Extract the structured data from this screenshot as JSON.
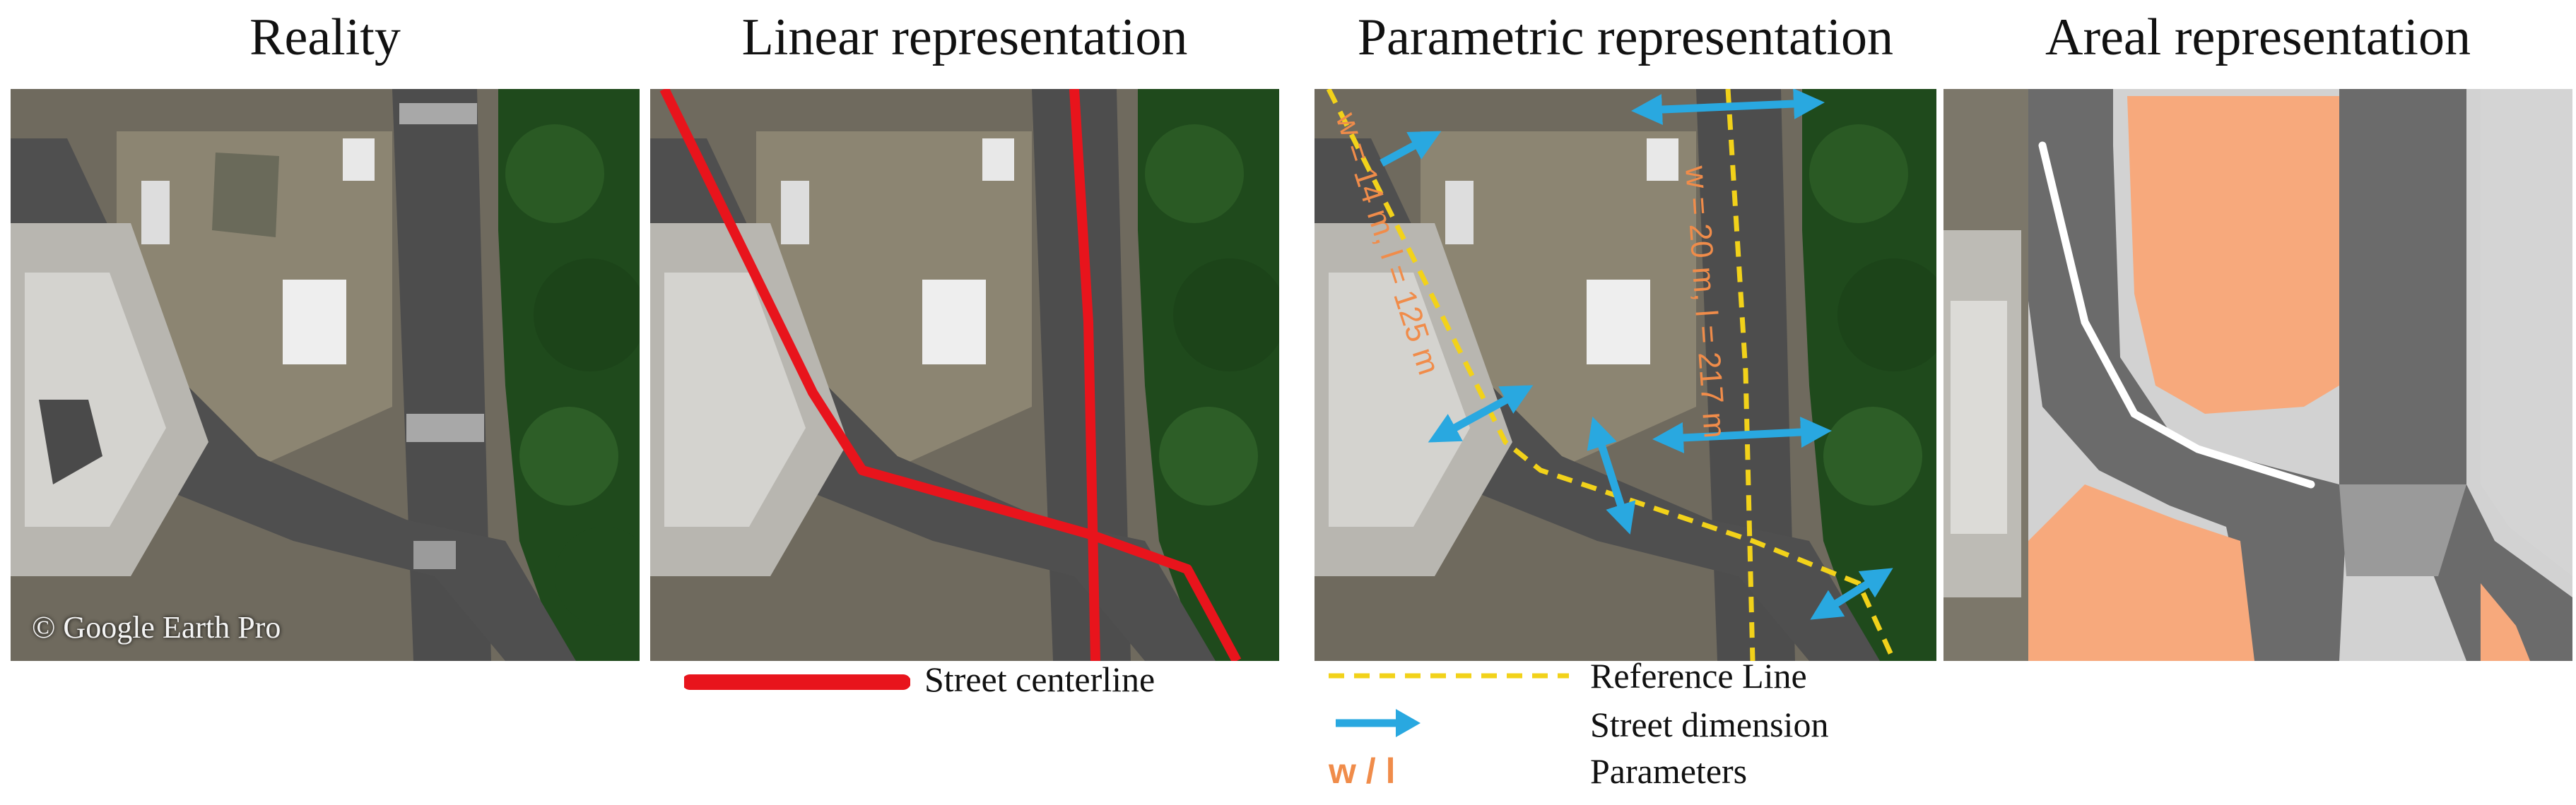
{
  "panels": [
    {
      "title": "Reality"
    },
    {
      "title": "Linear representation"
    },
    {
      "title": "Parametric representation"
    },
    {
      "title": "Areal representation"
    }
  ],
  "watermark": "© Google Earth Pro",
  "annotations": {
    "param_left": "w = 14 m, l = 125 m",
    "param_right": "w = 20 m, l = 217 m"
  },
  "legend": {
    "centerline": "Street centerline",
    "reference_line": "Reference Line",
    "street_dimension": "Street dimension",
    "parameters_symbol": "w / l",
    "parameters": "Parameters"
  },
  "colors": {
    "centerline": "#e8141c",
    "reference_line": "#f2d21a",
    "dimension_arrow": "#29a8e0",
    "parameters_text": "#f08c4a",
    "areal_block": "#f7a97c",
    "areal_road": "#6b6b6b",
    "areal_sidewalk": "#d2d2d2",
    "areal_crossing": "#9a9a9a"
  }
}
